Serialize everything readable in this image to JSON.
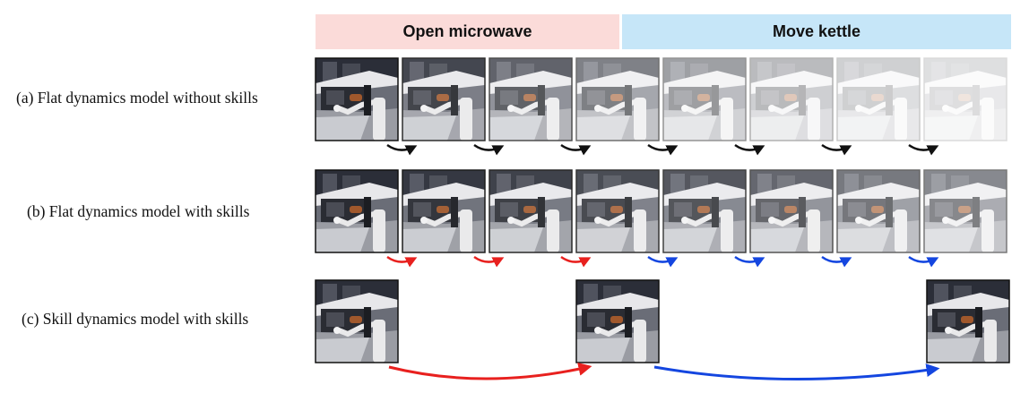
{
  "banners": {
    "open_microwave": "Open microwave",
    "move_kettle": "Move kettle"
  },
  "rows": {
    "a": "(a) Flat dynamics model without skills",
    "b": "(b) Flat dynamics model with skills",
    "c": "(c) Skill dynamics model with skills"
  },
  "colors": {
    "open_microwave_banner": "#fbdbd9",
    "move_kettle_banner": "#c6e6f8",
    "no_skill_arrow": "#111111",
    "open_microwave_arrow": "#e8201e",
    "move_kettle_arrow": "#1446e0"
  },
  "icons": {
    "frame": "robot-kitchen-frame-icon",
    "arrow": "curved-arrow-icon"
  }
}
